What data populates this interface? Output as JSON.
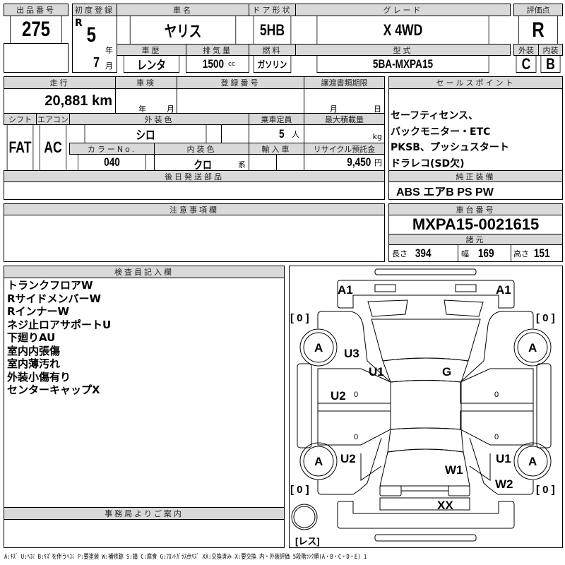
{
  "lot": {
    "label": "出品番号",
    "value": "275"
  },
  "first_reg": {
    "label": "初度登録",
    "era": "R",
    "year": "5",
    "year_unit": "年",
    "month": "7",
    "month_unit": "月"
  },
  "car_name": {
    "label": "車名",
    "value": "ヤリス"
  },
  "door": {
    "label": "ドア形状",
    "value": "5HB"
  },
  "grade": {
    "label": "グレード",
    "value": "X 4WD"
  },
  "history": {
    "label": "車歴",
    "value": "レンタ"
  },
  "displacement": {
    "label": "排気量",
    "value": "1500",
    "unit": "cc"
  },
  "fuel": {
    "label": "燃料",
    "value": "ガソリン"
  },
  "model": {
    "label": "型式",
    "value": "5BA-MXPA15"
  },
  "score": {
    "label": "評価点",
    "value": "R",
    "ext_label": "外装",
    "ext": "C",
    "int_label": "内装",
    "int": "B"
  },
  "mileage": {
    "label": "走行",
    "value": "20,881 km"
  },
  "inspection": {
    "label": "車検",
    "year_unit": "年",
    "month_unit": "月"
  },
  "registration": {
    "label": "登録番号"
  },
  "transfer": {
    "label": "譲渡書類期限",
    "month_unit": "月",
    "day_unit": "日"
  },
  "shift": {
    "label": "シフト",
    "value": "FAT"
  },
  "ac": {
    "label": "エアコン",
    "value": "AC"
  },
  "ext_color": {
    "label": "外装色",
    "value": "シロ"
  },
  "capacity": {
    "label": "乗車定員",
    "value": "5",
    "unit": "人"
  },
  "max_load": {
    "label": "最大積載量",
    "unit": "kg"
  },
  "color_no": {
    "label": "カラーNo.",
    "value": "040"
  },
  "int_color": {
    "label": "内装色",
    "value": "クロ",
    "unit": "系"
  },
  "import": {
    "label": "輸入車"
  },
  "recycle": {
    "label": "リサイクル預託金",
    "value": "9,450",
    "unit": "円"
  },
  "later_parts": {
    "label": "後日発送部品"
  },
  "sales_points": {
    "label": "セールスポイント",
    "lines": [
      "セーフティセンス、",
      "バックモニター・ETC",
      "PKSB、プッシュスタート",
      "ドラレコ(SD欠)"
    ]
  },
  "equipment": {
    "label": "純正装備",
    "value": "ABS エアB PS PW"
  },
  "notes": {
    "label": "注意事項欄"
  },
  "chassis": {
    "label": "車台番号",
    "value": "MXPA15-0021615"
  },
  "specs": {
    "label": "諸元",
    "length_label": "長さ",
    "length": "394",
    "width_label": "幅",
    "width": "169",
    "height_label": "高さ",
    "height": "151"
  },
  "inspector": {
    "label": "検査員記入欄",
    "lines": [
      "トランクフロアW",
      "RサイドメンバーW",
      "RインナーW",
      "ネジ止ロアサポートU",
      "下廻りAU",
      "室内内張傷",
      "室内薄汚れ",
      "外装小傷有り",
      "センターキャップX"
    ]
  },
  "office": {
    "label": "事務局よりご案内"
  },
  "diagram": {
    "front_left": "A1",
    "front_right": "A1",
    "tire_fl": "[ 0 ]",
    "tire_fr": "[ 0 ]",
    "tire_rl": "[ 0 ]",
    "tire_rr": "[ 0 ]",
    "wheel_fl": "A",
    "wheel_fr": "A",
    "wheel_rl": "A",
    "wheel_rr": "A",
    "u3": "U3",
    "u1_front": "U1",
    "g": "G",
    "u2_door": "U2",
    "u2_rear": "U2",
    "u1_rear": "U1",
    "w1": "W1",
    "w2": "W2",
    "xx": "XX",
    "spare": "[レス]",
    "door_marks": [
      "0",
      "0",
      "0",
      "0"
    ]
  },
  "legend": "A:ｷｽﾞ U:ﾍｺﾐ B:ｷｽﾞを伴うﾍｺﾐ P:要塗装 W:補修跡 S:錆 C:腐食 G:ﾌﾛﾝﾄｶﾞﾗｽ点ｷｽﾞ XX:交換済み X:要交換 内・外装評価 5段階ﾗﾝｸ順(A・B・C・D・E) 1"
}
